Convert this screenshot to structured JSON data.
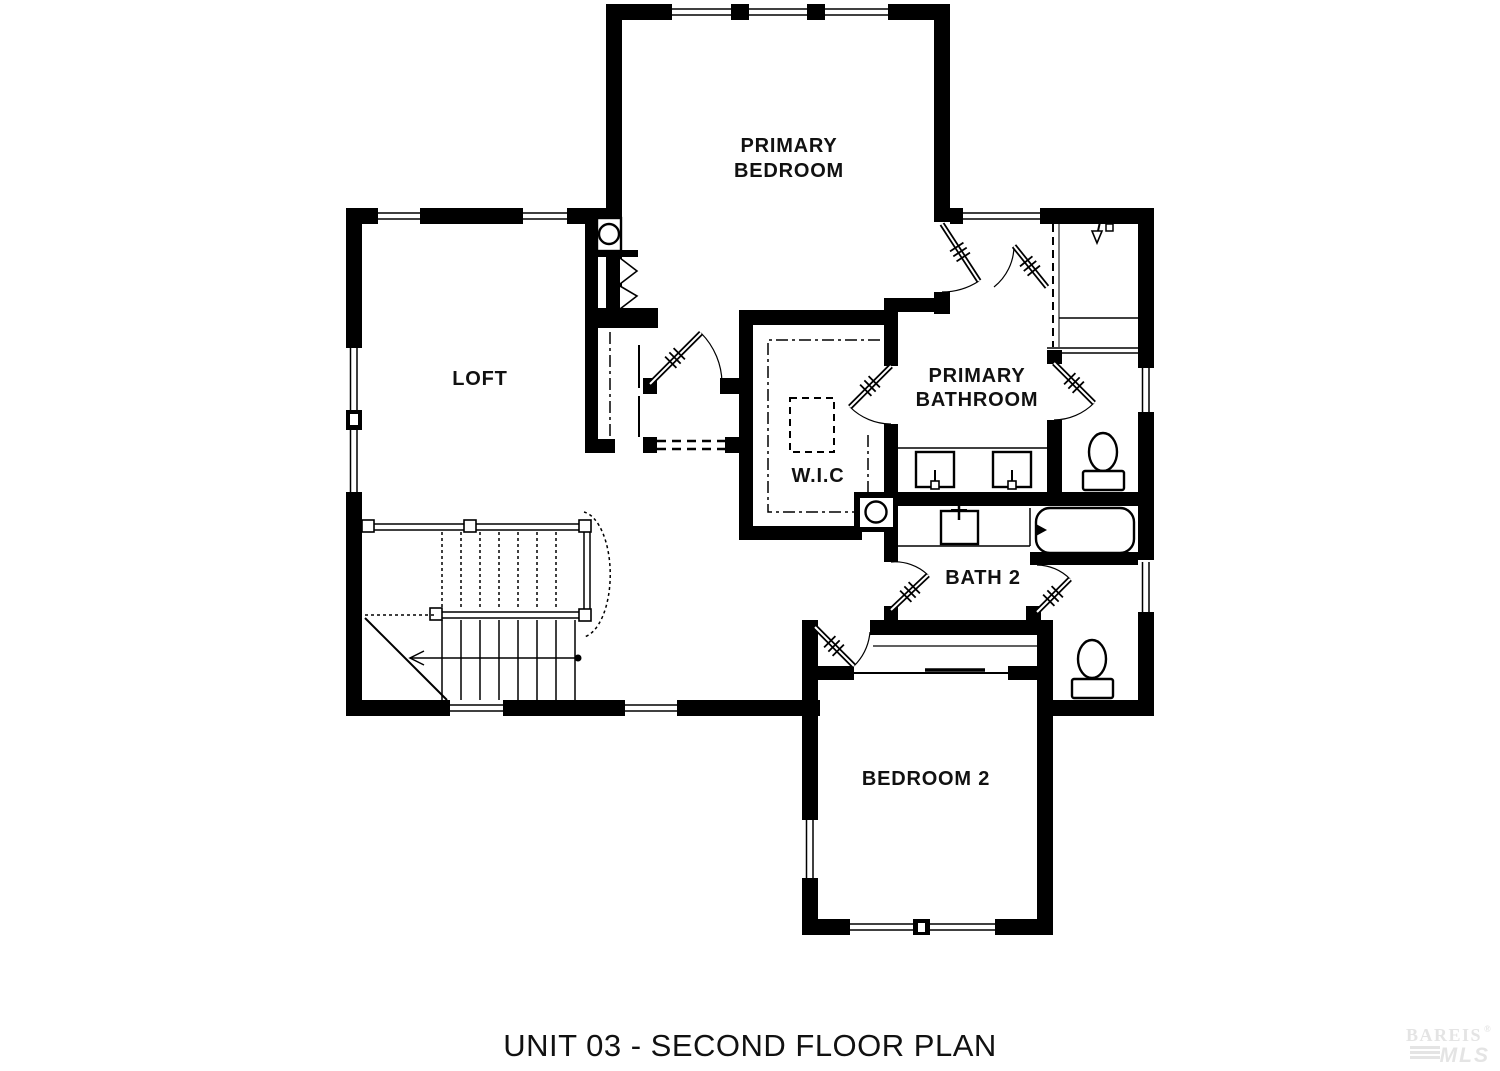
{
  "title": {
    "text": "UNIT 03 - SECOND FLOOR PLAN"
  },
  "rooms": {
    "primary_bedroom": {
      "line1": "PRIMARY",
      "line2": "BEDROOM"
    },
    "loft": {
      "label": "LOFT"
    },
    "primary_bathroom": {
      "line1": "PRIMARY",
      "line2": "BATHROOM"
    },
    "wic": {
      "label": "W.I.C"
    },
    "bath2": {
      "label": "BATH 2"
    },
    "bedroom2": {
      "label": "BEDROOM 2"
    }
  },
  "watermark": {
    "brand": "BAREIS",
    "registered": "®",
    "sub": "MLS"
  },
  "colors": {
    "background": "#ffffff",
    "walls": "#000000",
    "label_text": "#111111",
    "watermark": "#e4e4e4"
  },
  "fixtures": [
    "toilet-icon",
    "sink-icon",
    "bathtub-icon",
    "shower-icon",
    "washer-icon",
    "water-heater-icon",
    "bifold-door-icon",
    "stair-run",
    "door-swing",
    "window",
    "closet-rod"
  ]
}
